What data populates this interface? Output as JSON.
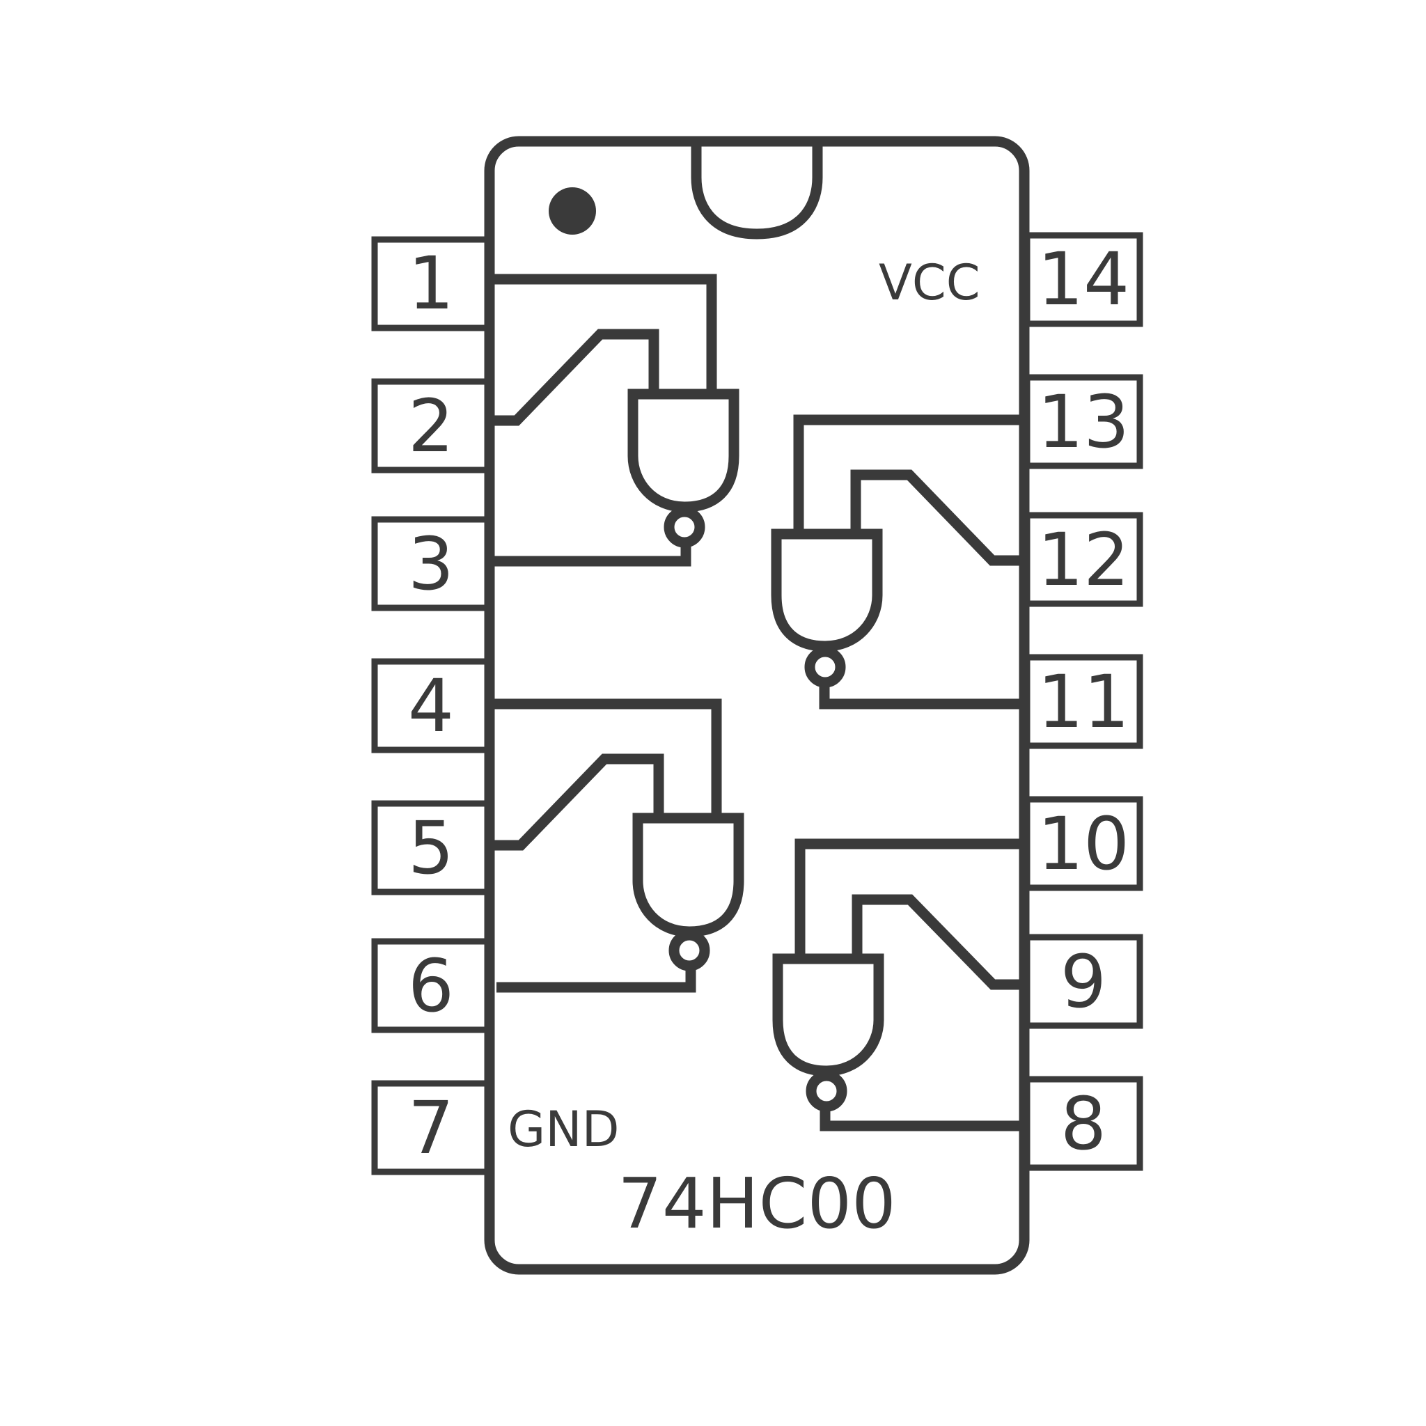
{
  "chip": {
    "part_number": "74HC00",
    "vcc_label": "VCC",
    "gnd_label": "GND"
  },
  "pins": {
    "left": [
      "1",
      "2",
      "3",
      "4",
      "5",
      "6",
      "7"
    ],
    "right": [
      "14",
      "13",
      "12",
      "11",
      "10",
      "9",
      "8"
    ]
  },
  "colors": {
    "stroke": "#3a3a3a",
    "background": "#ffffff"
  },
  "icons": {
    "gate": "nand-gate-icon",
    "pin1_marker": "pin1-dot-icon",
    "notch": "notch-icon"
  }
}
